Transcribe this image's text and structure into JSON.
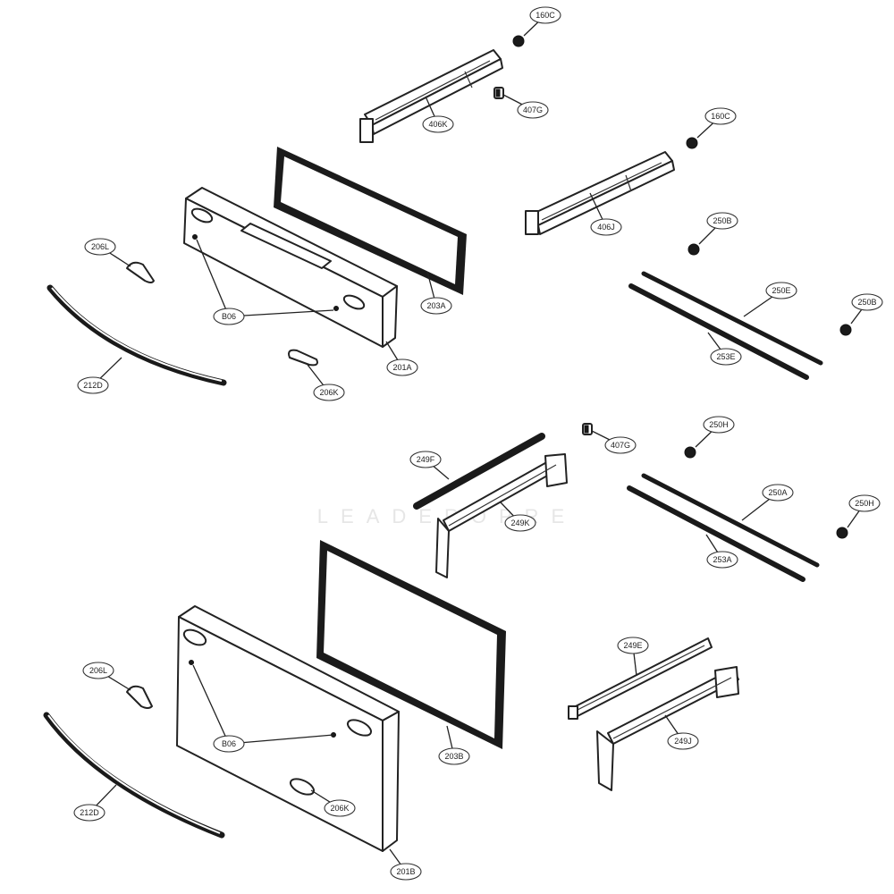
{
  "watermark": {
    "text": "LEADEROPRE"
  },
  "callouts": [
    {
      "id": "c-160c-a",
      "label": "160C"
    },
    {
      "id": "c-407g-a",
      "label": "407G"
    },
    {
      "id": "c-406k",
      "label": "406K"
    },
    {
      "id": "c-160c-b",
      "label": "160C"
    },
    {
      "id": "c-406j",
      "label": "406J"
    },
    {
      "id": "c-250b-a",
      "label": "250B"
    },
    {
      "id": "c-250b-b",
      "label": "250B"
    },
    {
      "id": "c-250e",
      "label": "250E"
    },
    {
      "id": "c-253e",
      "label": "253E"
    },
    {
      "id": "c-203a",
      "label": "203A"
    },
    {
      "id": "c-206l-a",
      "label": "206L"
    },
    {
      "id": "c-b06-a",
      "label": "B06"
    },
    {
      "id": "c-201a",
      "label": "201A"
    },
    {
      "id": "c-212d-a",
      "label": "212D"
    },
    {
      "id": "c-206k-a",
      "label": "206K"
    },
    {
      "id": "c-407g-b",
      "label": "407G"
    },
    {
      "id": "c-250h-a",
      "label": "250H"
    },
    {
      "id": "c-249f",
      "label": "249F"
    },
    {
      "id": "c-249k",
      "label": "249K"
    },
    {
      "id": "c-250a",
      "label": "250A"
    },
    {
      "id": "c-250h-b",
      "label": "250H"
    },
    {
      "id": "c-253a",
      "label": "253A"
    },
    {
      "id": "c-249e",
      "label": "249E"
    },
    {
      "id": "c-249j",
      "label": "249J"
    },
    {
      "id": "c-206l-b",
      "label": "206L"
    },
    {
      "id": "c-b06-b",
      "label": "B06"
    },
    {
      "id": "c-212d-b",
      "label": "212D"
    },
    {
      "id": "c-203b",
      "label": "203B"
    },
    {
      "id": "c-206k-b",
      "label": "206K"
    },
    {
      "id": "c-201b",
      "label": "201B"
    }
  ]
}
